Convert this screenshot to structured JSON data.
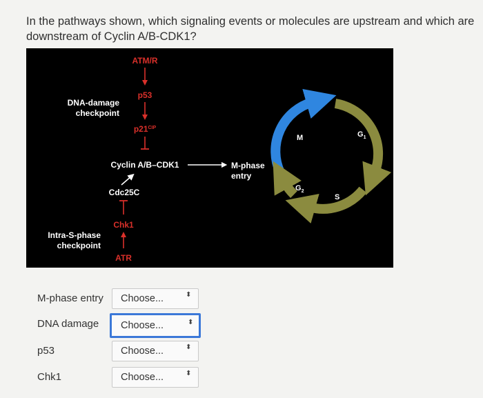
{
  "question": "In the pathways shown, which signaling events or molecules are upstream and which are downstream of Cyclin A/B-CDK1?",
  "figure": {
    "labels": {
      "atm_r": "ATM/R",
      "p53": "p53",
      "dna_damage_line1": "DNA-damage",
      "dna_damage_line2": "checkpoint",
      "p21_main": "p21",
      "p21_sup": "CIP",
      "cyclin_cdk1": "Cyclin A/B–CDK1",
      "mphase_line1": "M-phase",
      "mphase_line2": "entry",
      "cdc25c": "Cdc25C",
      "chk1": "Chk1",
      "intra_s_line1": "Intra-S-phase",
      "intra_s_line2": "checkpoint",
      "atr": "ATR",
      "phase_m": "M",
      "phase_g1": "G",
      "phase_g1_sub": "1",
      "phase_g2": "G",
      "phase_g2_sub": "2",
      "phase_s": "S"
    },
    "colors": {
      "red": "#d9302a",
      "white": "#ffffff",
      "blue": "#2f86e0",
      "olive": "#8b8b3f"
    }
  },
  "rows": [
    {
      "label": "M-phase entry",
      "value": "Choose..."
    },
    {
      "label": "DNA damage",
      "value": "Choose..."
    },
    {
      "label": "p53",
      "value": "Choose..."
    },
    {
      "label": "Chk1",
      "value": "Choose..."
    }
  ],
  "select_arrow": "⬍"
}
